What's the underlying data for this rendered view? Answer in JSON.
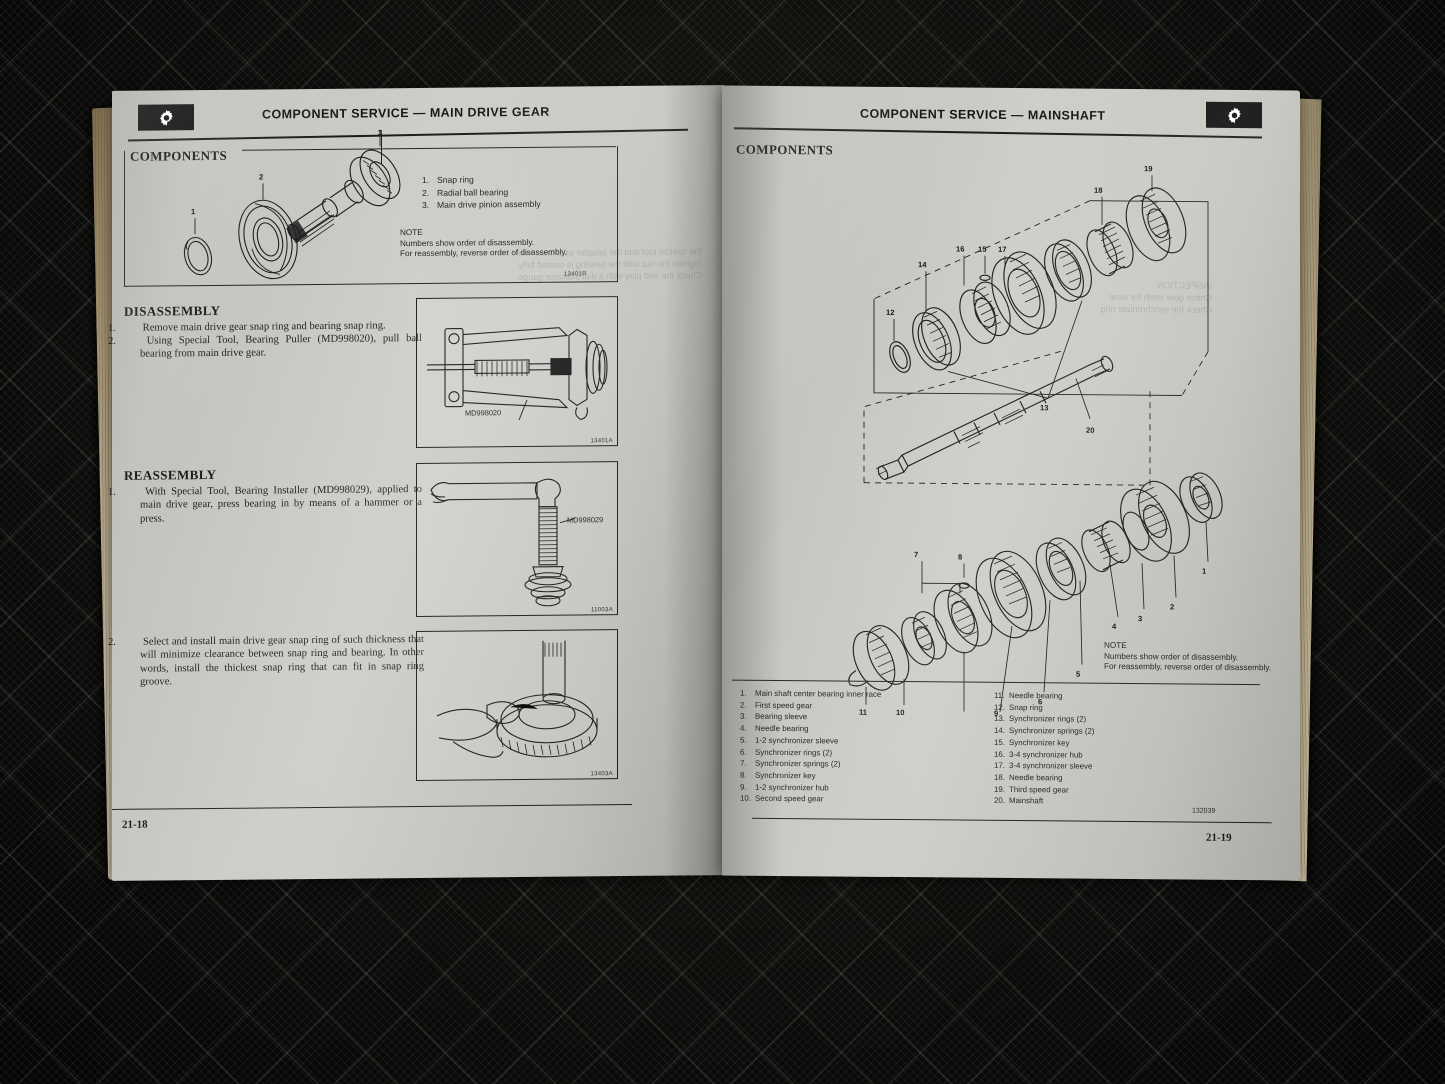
{
  "scene": {
    "description": "Open automotive service manual laid on dark quilted fabric",
    "background_color": "#0d0e0b",
    "page_color": "#c9c9c3",
    "edge_color": "#ddd2b8",
    "ink_color": "#1b1b1b"
  },
  "left_page": {
    "header": {
      "icon": "gear-icon",
      "title": "COMPONENT SERVICE — MAIN DRIVE GEAR"
    },
    "components_heading": "COMPONENTS",
    "components_legend": [
      {
        "n": "1.",
        "label": "Snap ring"
      },
      {
        "n": "2.",
        "label": "Radial ball bearing"
      },
      {
        "n": "3.",
        "label": "Main drive pinion assembly"
      }
    ],
    "components_note": {
      "title": "NOTE",
      "lines": [
        "Numbers show order of disassembly.",
        "For reassembly, reverse order of disassembly."
      ]
    },
    "components_figure_id": "13401R",
    "disassembly": {
      "heading": "DISASSEMBLY",
      "steps": [
        {
          "n": "1.",
          "text": "Remove main drive gear snap ring and bearing snap ring."
        },
        {
          "n": "2.",
          "text": "Using Special Tool, Bearing Puller (MD998020), pull ball bearing from main drive gear."
        }
      ],
      "figure_callout": "MD998020",
      "figure_id": "13401A"
    },
    "reassembly": {
      "heading": "REASSEMBLY",
      "steps": [
        {
          "n": "1.",
          "text": "With Special Tool, Bearing Installer (MD998029), applied to main drive gear, press bearing in by means of a hammer or a press."
        },
        {
          "n": "2.",
          "text": "Select and install main drive gear snap ring of such thickness that will minimize clearance between snap ring and bearing. In other words, install the thickest snap ring that can fit in snap ring groove."
        }
      ],
      "figure_callout": "MD998029",
      "figure_id_1": "11003A",
      "figure_id_2": "13403A"
    },
    "page_number": "21-18"
  },
  "right_page": {
    "header": {
      "icon": "gear-icon",
      "title": "COMPONENT SERVICE — MAINSHAFT"
    },
    "components_heading": "COMPONENTS",
    "diagram_labels_top": [
      "12",
      "14",
      "16",
      "15",
      "17",
      "18",
      "19",
      "13"
    ],
    "diagram_labels_middle": [
      "20"
    ],
    "diagram_labels_bottom": [
      "1",
      "2",
      "3",
      "4",
      "5",
      "6",
      "7",
      "8",
      "9",
      "10",
      "11"
    ],
    "parts_list_column_1": [
      {
        "n": "1.",
        "label": "Main shaft center bearing inner race"
      },
      {
        "n": "2.",
        "label": "First speed gear"
      },
      {
        "n": "3.",
        "label": "Bearing sleeve"
      },
      {
        "n": "4.",
        "label": "Needle bearing"
      },
      {
        "n": "5.",
        "label": "1-2 synchronizer sleeve"
      },
      {
        "n": "6.",
        "label": "Synchronizer rings (2)"
      },
      {
        "n": "7.",
        "label": "Synchronizer springs (2)"
      },
      {
        "n": "8.",
        "label": "Synchronizer key"
      },
      {
        "n": "9.",
        "label": "1-2 synchronizer hub"
      },
      {
        "n": "10.",
        "label": "Second speed gear"
      }
    ],
    "parts_list_column_2": [
      {
        "n": "11.",
        "label": "Needle bearing"
      },
      {
        "n": "12.",
        "label": "Snap ring"
      },
      {
        "n": "13.",
        "label": "Synchronizer rings (2)"
      },
      {
        "n": "14.",
        "label": "Synchronizer springs (2)"
      },
      {
        "n": "15.",
        "label": "Synchronizer key"
      },
      {
        "n": "16.",
        "label": "3-4 synchronizer hub"
      },
      {
        "n": "17.",
        "label": "3-4 synchronizer sleeve"
      },
      {
        "n": "18.",
        "label": "Needle bearing"
      },
      {
        "n": "19.",
        "label": "Third speed gear"
      },
      {
        "n": "20.",
        "label": "Mainshaft"
      }
    ],
    "note": {
      "title": "NOTE",
      "lines": [
        "Numbers show order of disassembly.",
        "For reassembly, reverse order of disassembly."
      ]
    },
    "figure_id": "132039",
    "page_number": "21-19"
  }
}
